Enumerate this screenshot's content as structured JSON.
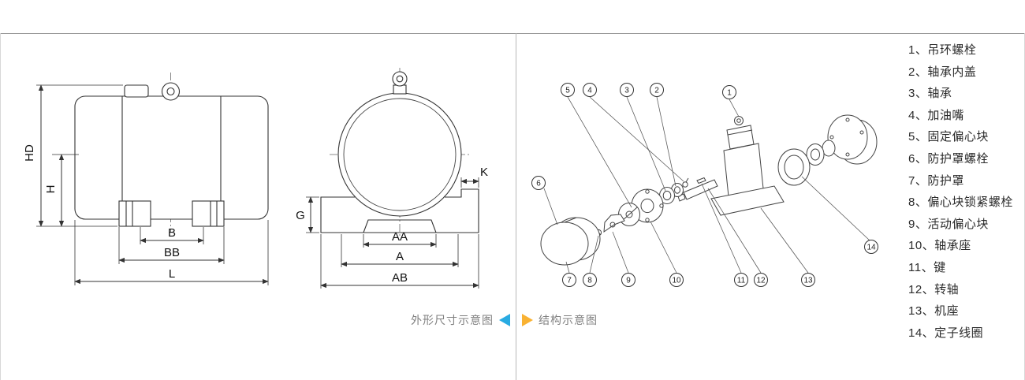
{
  "captions": {
    "left": "外形尺寸示意图",
    "right": "结构示意图"
  },
  "dimensions": {
    "side_view": {
      "HD": "HD",
      "H": "H",
      "B": "B",
      "BB": "BB",
      "L": "L"
    },
    "end_view": {
      "G": "G",
      "K": "K",
      "AA": "AA",
      "A": "A",
      "AB": "AB"
    }
  },
  "exploded": {
    "balloons": [
      "1",
      "2",
      "3",
      "4",
      "5",
      "6",
      "7",
      "8",
      "9",
      "10",
      "11",
      "12",
      "13",
      "14"
    ]
  },
  "parts_list": {
    "items": [
      "1、吊环螺栓",
      "2、轴承内盖",
      "3、轴承",
      "4、加油嘴",
      "5、固定偏心块",
      "6、防护罩螺栓",
      "7、防护罩",
      "8、偏心块锁紧螺栓",
      "9、活动偏心块",
      "10、轴承座",
      "11、键",
      "12、转轴",
      "13、机座",
      "14、定子线圈"
    ]
  },
  "colors": {
    "accent_cyan": "#29abe2",
    "accent_yellow": "#f9b233",
    "line": "#333333",
    "caption_text": "#808080"
  }
}
